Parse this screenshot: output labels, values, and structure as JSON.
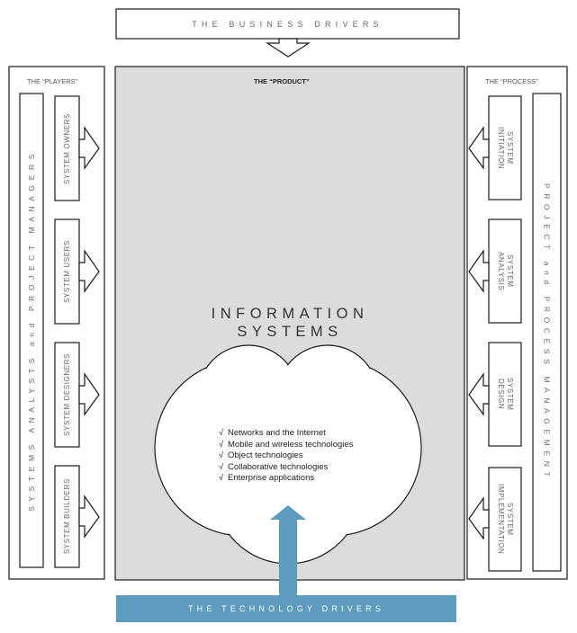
{
  "business_drivers": "THE BUSINESS DRIVERS",
  "technology_drivers": "THE TECHNOLOGY DRIVERS",
  "players": {
    "header": "THE “PLAYERS”",
    "side_label": "SYSTEMS ANALYSTS and PROJECT MANAGERS",
    "roles": [
      "SYSTEM OWNERS",
      "SYSTEM USERS",
      "SYSTEM DESIGNERS",
      "SYSTEM BUILDERS"
    ]
  },
  "product": {
    "header": "THE “PRODUCT”",
    "title_line1": "INFORMATION",
    "title_line2": "SYSTEMS",
    "check_mark": "√",
    "items": [
      "Networks and the Internet",
      "Mobile and wireless technologies",
      "Object technologies",
      "Collaborative technologies",
      "Enterprise applications"
    ]
  },
  "process": {
    "header": "THE “PROCESS”",
    "side_label": "PROJECT and PROCESS MANAGEMENT",
    "phases": [
      [
        "SYSTEM",
        "INITIATION"
      ],
      [
        "SYSTEM",
        "ANALYSIS"
      ],
      [
        "SYSTEM",
        "DESIGN"
      ],
      [
        "SYSTEM",
        "IMPLEMENTATION"
      ]
    ]
  },
  "colors": {
    "product_panel": "#dcdcde",
    "technology_blue": "#5e9cbd",
    "outline": "#1a1a1a"
  }
}
